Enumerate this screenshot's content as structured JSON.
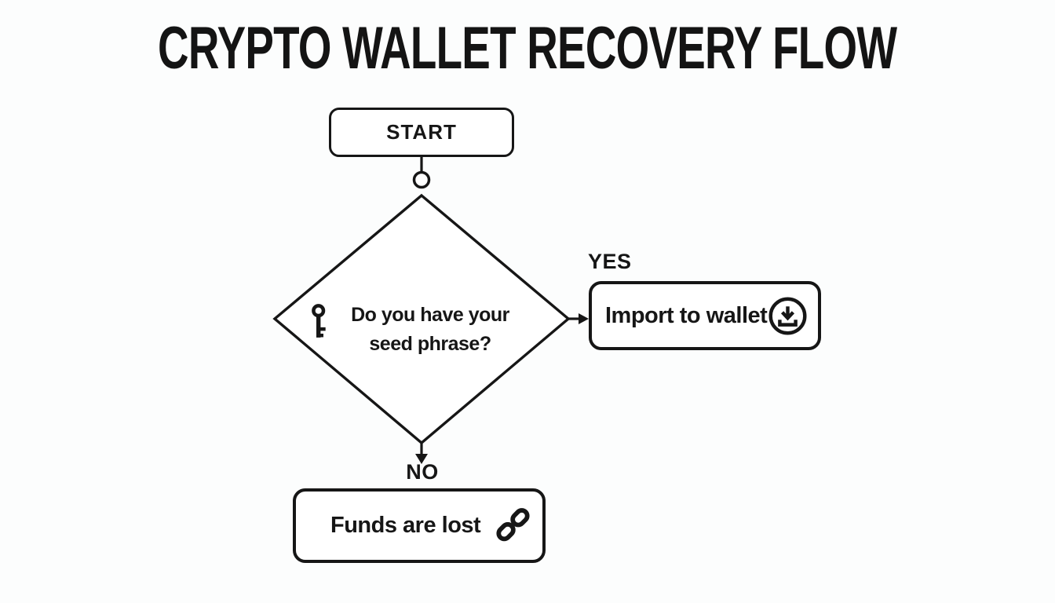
{
  "title": "CRYPTO WALLET RECOVERY FLOW",
  "colors": {
    "background": "#fcfdfd",
    "line": "#161616",
    "text": "#161616",
    "node_fill": "#ffffff"
  },
  "flowchart": {
    "start": {
      "label": "START"
    },
    "decision": {
      "icon": "key-icon",
      "question_line1": "Do you have your",
      "question_line2": "seed phrase?"
    },
    "yes_branch": {
      "label": "YES",
      "node_label": "Import to wallet",
      "icon": "download-icon"
    },
    "no_branch": {
      "label": "NO",
      "node_label": "Funds are lost",
      "icon": "link-icon"
    }
  }
}
